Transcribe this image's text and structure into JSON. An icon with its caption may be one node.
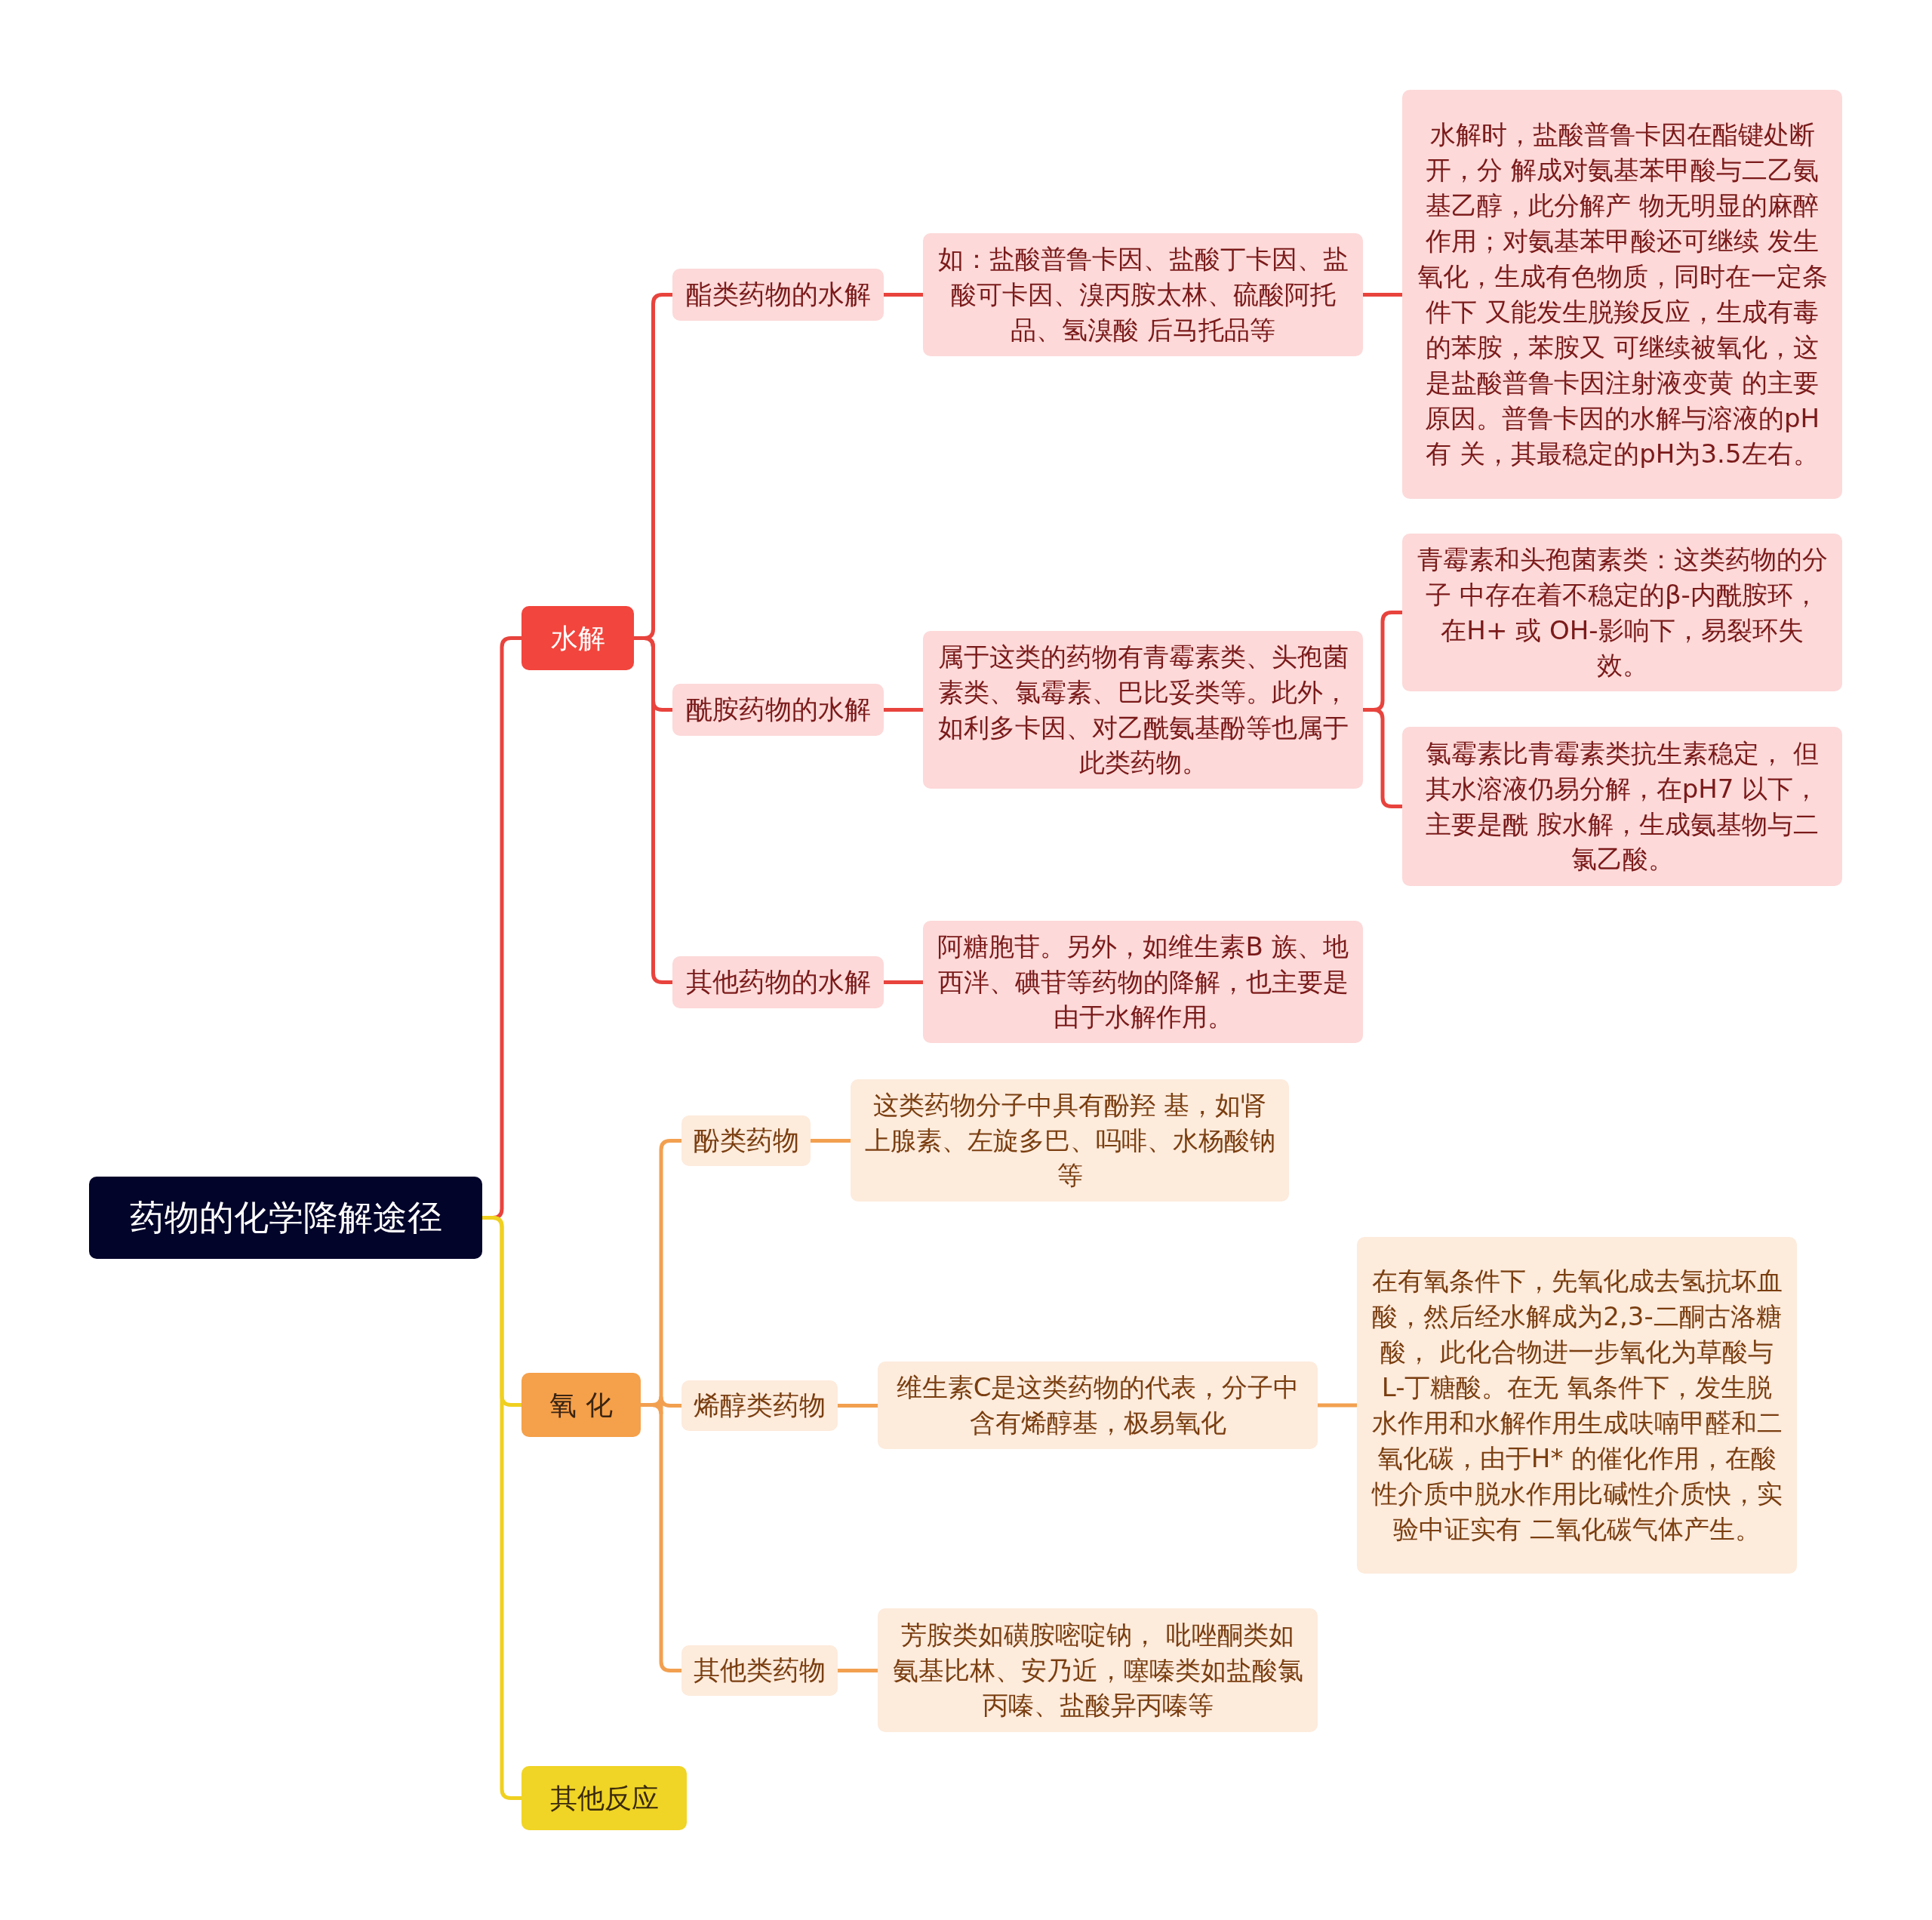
{
  "diagram": {
    "nodes": [
      {
        "text": [
          "药物的化学降解途径"
        ]
      },
      {
        "text": [
          "水解"
        ]
      },
      {
        "text": [
          "酯类药物的水解"
        ]
      },
      {
        "text": [
          "如：盐酸普鲁卡因、盐酸丁卡因、盐酸可卡因、溴丙胺太林、硫酸阿托品、氢溴酸 后马托品等"
        ]
      },
      {
        "text": [
          "水解时，盐酸普鲁卡因在酯键处断开，分 解成对氨基苯甲酸与二乙氨基乙醇，此分解产 物无明显的麻醉作用；对氨基苯甲酸还可继续 发生氧化，生成有色物质，同时在一定条件下 又能发生脱羧反应，生成有毒的苯胺，苯胺又  可继续被氧化，这是盐酸普鲁卡因注射液变黄 的主要原因。普鲁卡因的水解与溶液的pH 有 关，其最稳定的pH为3.5左右。"
        ]
      },
      {
        "text": [
          "酰胺药物的水解"
        ]
      },
      {
        "text": [
          "属于这类的药物有青霉素类、头孢菌素类、氯霉素、巴比妥类等。此外，如利多卡因、对乙酰氨基酚等也属于此类药物。"
        ]
      },
      {
        "text": [
          "青霉素和头孢菌素类：这类药物的分子 中存在着不稳定的β-内酰胺环，在H+ 或 OH-影响下，易裂环失效。"
        ]
      },
      {
        "text": [
          "氯霉素比青霉素类抗生素稳定， 但其水溶液仍易分解，在pH7  以下，主要是酰 胺水解，生成氨基物与二氯乙酸。"
        ]
      },
      {
        "text": [
          "其他药物的水解"
        ]
      },
      {
        "text": [
          "阿糖胞苷。另外，如维生素B 族、地西泮、碘苷等药物的降解，也主要是由于水解作用。"
        ]
      },
      {
        "text": [
          "氧 化"
        ]
      },
      {
        "text": [
          "酚类药物"
        ]
      },
      {
        "text": [
          "这类药物分子中具有酚羟 基，如肾上腺素、左旋多巴、吗啡、水杨酸钠等"
        ]
      },
      {
        "text": [
          "烯醇类药物"
        ]
      },
      {
        "text": [
          "维生素C是这类药物的代表，分子中含有烯醇基，极易氧化"
        ]
      },
      {
        "text": [
          "在有氧条件下，先氧化成去氢抗坏血酸，然后经水解成为2,3-二酮古洛糖酸， 此化合物进一步氧化为草酸与L-丁糖酸。在无  氧条件下，发生脱水作用和水解作用生成呋喃甲醛和二氧化碳，由于H* 的催化作用，在酸性介质中脱水作用比碱性介质快，实验中证实有 二氧化碳气体产生。"
        ]
      },
      {
        "text": [
          "其他类药物"
        ]
      },
      {
        "text": [
          "芳胺类如磺胺嘧啶钠， 吡唑酮类如氨基比林、安乃近，噻嗪类如盐酸氯丙嗪、盐酸异丙嗪等"
        ]
      },
      {
        "text": [
          "其他反应"
        ]
      }
    ],
    "edges": [
      {
        "from": 0,
        "to": 1,
        "arrow": "none"
      },
      {
        "from": 0,
        "to": 11,
        "arrow": "none",
        "color": "#f0d020"
      },
      {
        "from": 0,
        "to": 19,
        "arrow": "none",
        "color": "#f0d020"
      },
      {
        "from": 1,
        "to": 2,
        "arrow": "none"
      },
      {
        "from": 1,
        "to": 5,
        "arrow": "none"
      },
      {
        "from": 1,
        "to": 9,
        "arrow": "none"
      },
      {
        "from": 2,
        "to": 3,
        "arrow": "none"
      },
      {
        "from": 3,
        "to": 4,
        "arrow": "none"
      },
      {
        "from": 5,
        "to": 6,
        "arrow": "none"
      },
      {
        "from": 6,
        "to": 7,
        "arrow": "none"
      },
      {
        "from": 6,
        "to": 8,
        "arrow": "none"
      },
      {
        "from": 9,
        "to": 10,
        "arrow": "none"
      },
      {
        "from": 11,
        "to": 12,
        "arrow": "none",
        "color": "#f2a050"
      },
      {
        "from": 11,
        "to": 14,
        "arrow": "none",
        "color": "#f2a050"
      },
      {
        "from": 11,
        "to": 17,
        "arrow": "none",
        "color": "#f2a050"
      },
      {
        "from": 12,
        "to": 13,
        "arrow": "none",
        "color": "#f2a050"
      },
      {
        "from": 14,
        "to": 15,
        "arrow": "none",
        "color": "#f2a050"
      },
      {
        "from": 15,
        "to": 16,
        "arrow": "none",
        "color": "#f2a050"
      },
      {
        "from": 17,
        "to": 18,
        "arrow": "none",
        "color": "#f2a050"
      }
    ]
  }
}
